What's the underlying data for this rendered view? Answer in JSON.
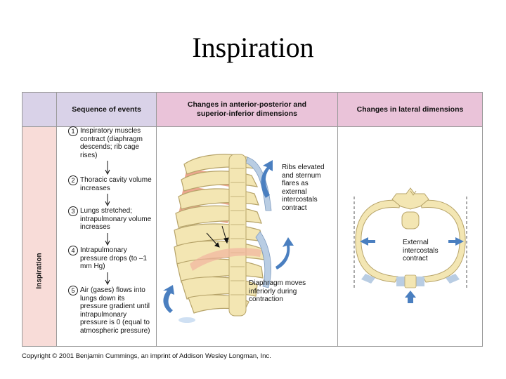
{
  "title": "Inspiration",
  "headers": {
    "sequence": "Sequence of events",
    "anterior_posterior": "Changes in anterior-posterior and superior-inferior dimensions",
    "lateral": "Changes in lateral dimensions"
  },
  "row_label": "Inspiration",
  "steps": [
    {
      "num": "1",
      "text": "Inspiratory muscles contract (diaphragm descends; rib cage rises)"
    },
    {
      "num": "2",
      "text": "Thoracic cavity volume increases"
    },
    {
      "num": "3",
      "text": "Lungs stretched; intrapulmonary volume increases"
    },
    {
      "num": "4",
      "text": "Intrapulmonary pressure drops (to –1 mm Hg)"
    },
    {
      "num": "5",
      "text": "Air (gases) flows into lungs down its pressure gradient until intrapulmonary pressure is 0 (equal to atmospheric pressure)"
    }
  ],
  "annotations": {
    "ribs": "Ribs elevated and sternum flares as external intercostals contract",
    "diaphragm": "Diaphragm moves inferiorly during contraction",
    "external": "External intercostals contract"
  },
  "copyright": "Copyright © 2001 Benjamin Cummings, an imprint of Addison Wesley Longman, Inc.",
  "colors": {
    "bone": "#f3e6b3",
    "muscle": "#e9967a",
    "cartilage": "#b9cde3",
    "arrow_blue": "#4a7fc0",
    "header_purple": "#d9d2e8",
    "header_pink": "#eac3d9",
    "band_pink": "#f8dcd8"
  }
}
